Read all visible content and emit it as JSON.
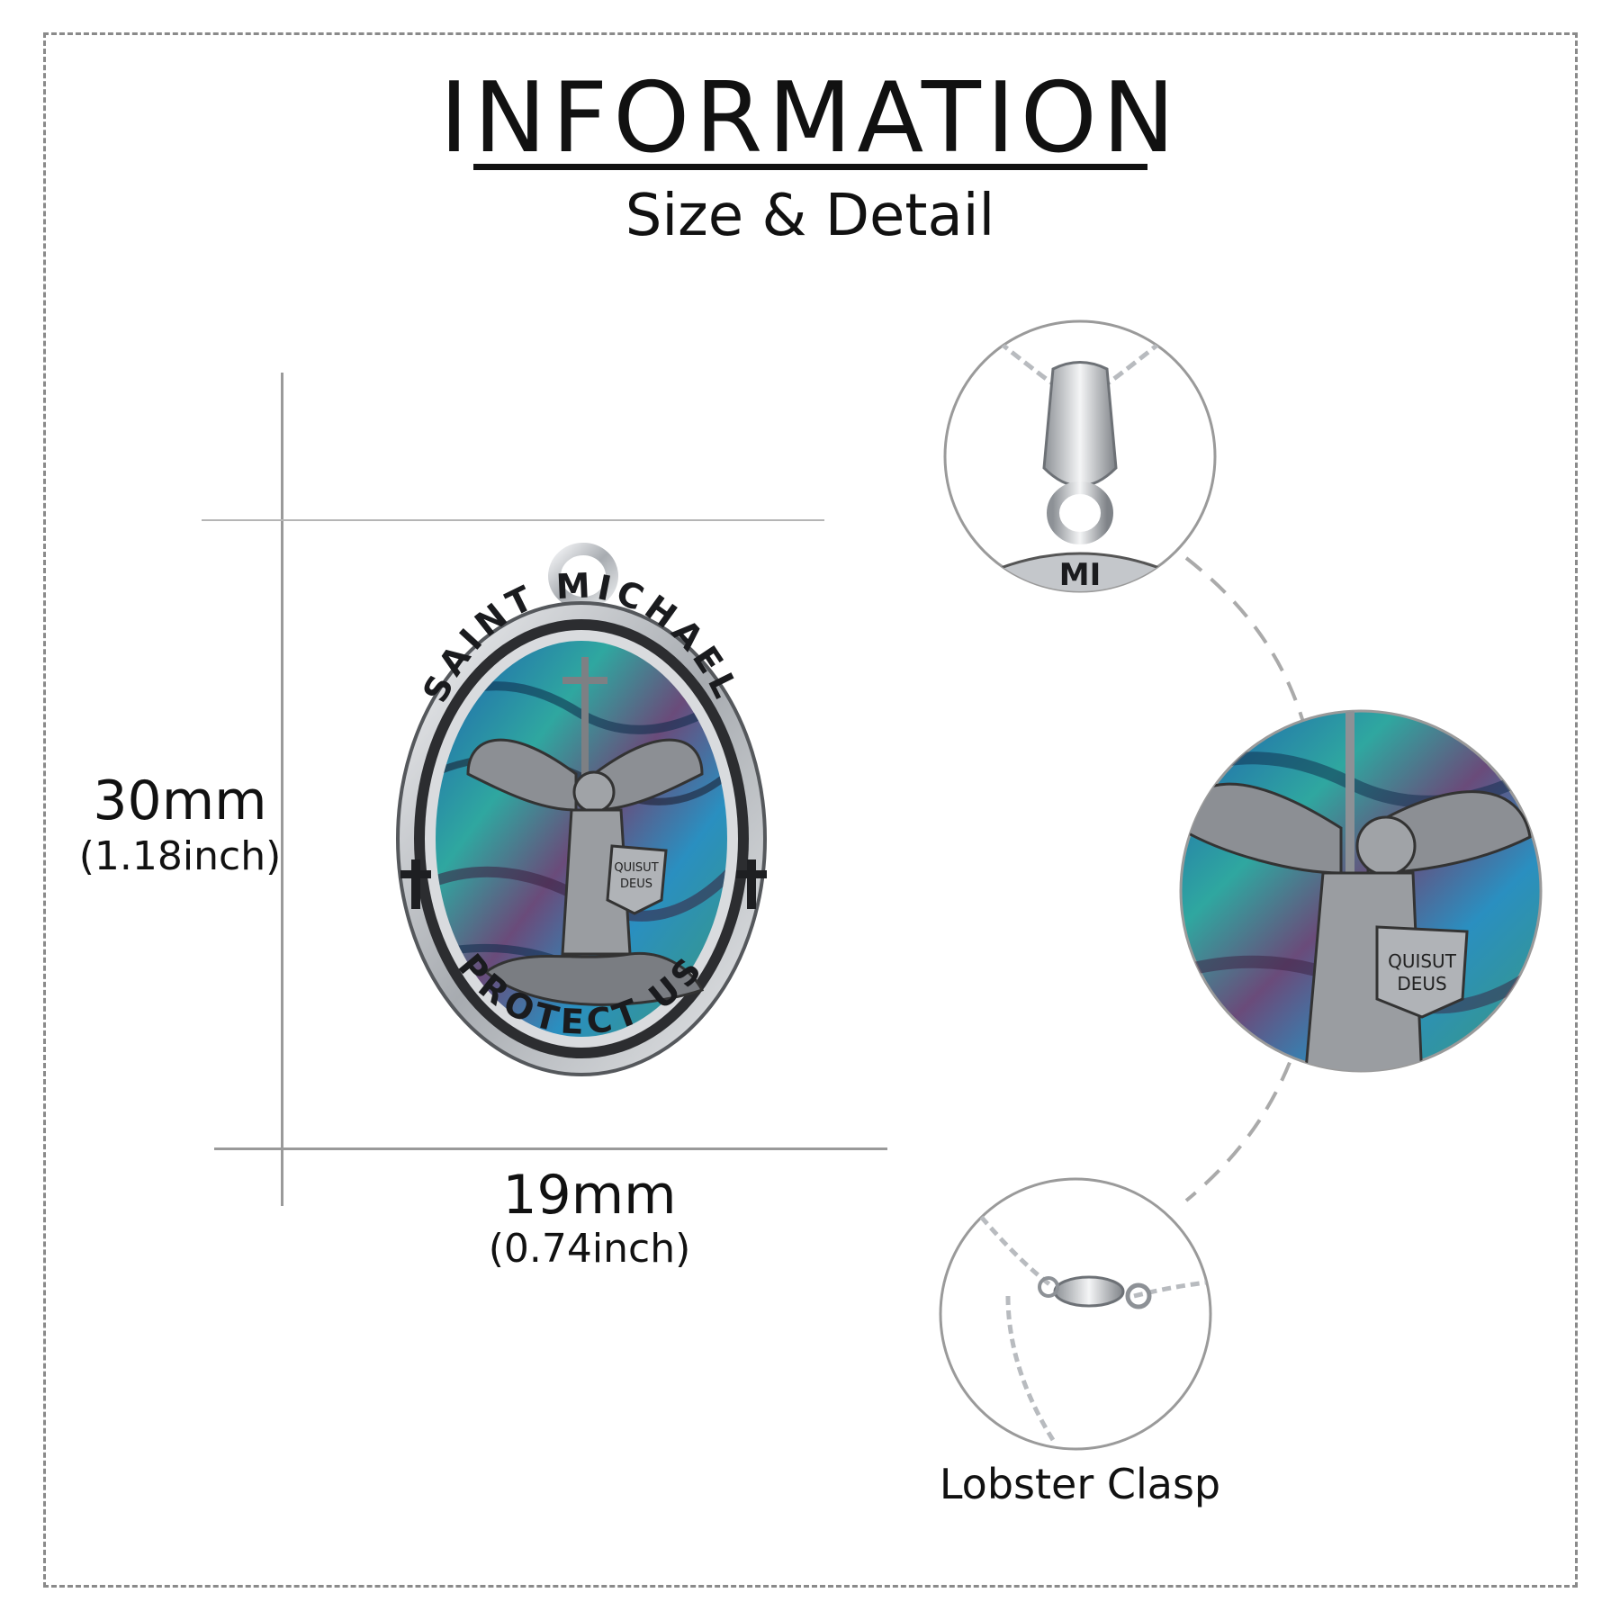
{
  "header": {
    "title": "INFORMATION",
    "subtitle": "Size & Detail"
  },
  "dimensions": {
    "height": {
      "mm": "30mm",
      "inch": "(1.18inch)"
    },
    "width": {
      "mm": "19mm",
      "inch": "(0.74inch)"
    }
  },
  "pendant": {
    "top_text": "SAINT MICHAEL",
    "bottom_text": "PROTECT US",
    "shield_text": [
      "QUISUT",
      "DEUS"
    ],
    "bail_text": "MI"
  },
  "details": {
    "clasp_caption": "Lobster Clasp"
  },
  "colors": {
    "frame": "#8a8a8a",
    "guide": "#9a9a9a",
    "silver": "#c9ccd0",
    "dark_silver": "#4a4a4f",
    "abalone_blue": "#1e6fb8",
    "abalone_teal": "#2fa7a0",
    "abalone_purple": "#6a4b7a"
  }
}
